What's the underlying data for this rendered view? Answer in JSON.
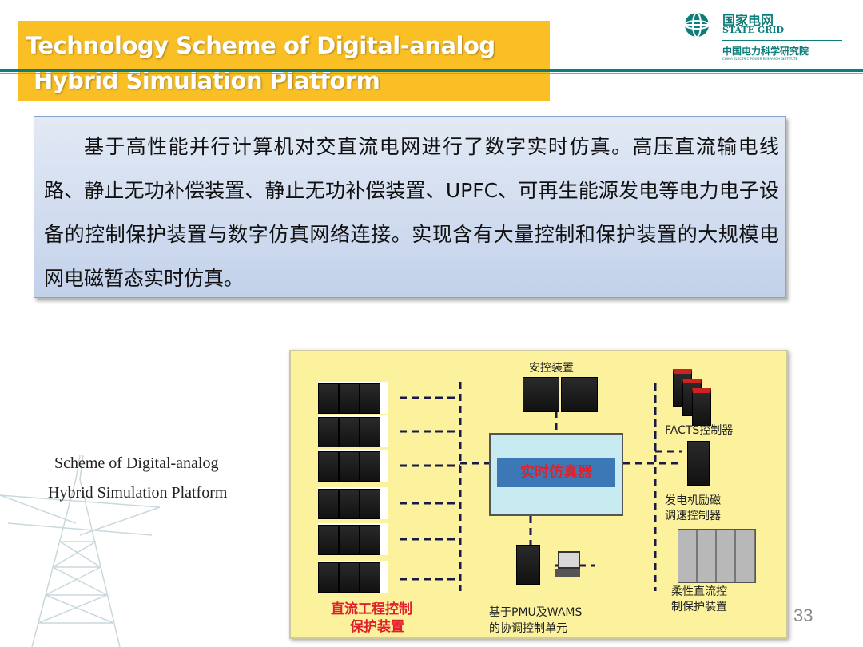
{
  "header": {
    "title_line1": "Technology Scheme of Digital-analog",
    "title_line2": "Hybrid Simulation Platform"
  },
  "logo": {
    "line1": "国家电网",
    "line2": "STATE GRID",
    "line3": "中国电力科学研究院",
    "line4": "CHINA ELECTRIC POWER RESEARCH INSTITUTE",
    "colors": {
      "primary": "#0c7d7a"
    }
  },
  "description": {
    "text": "基于高性能并行计算机对交直流电网进行了数字实时仿真。高压直流输电线路、静止无功补偿装置、静止无功补偿装置、UPFC、可再生能源发电等电力电子设备的控制保护装置与数字仿真网络连接。实现含有大量控制和保护装置的大规模电网电磁暂态实时仿真。"
  },
  "caption": {
    "line1": "Scheme of Digital-analog",
    "line2": "Hybrid Simulation Platform"
  },
  "diagram": {
    "center": "实时仿真器",
    "left_label_line1": "直流工程控制",
    "left_label_line2": "保护装置",
    "top_label": "安控装置",
    "bottom_label_line1": "基于PMU及WAMS",
    "bottom_label_line2": "的协调控制单元",
    "right_labels": {
      "facts": "FACTS控制器",
      "generator_line1": "发电机励磁",
      "generator_line2": "调速控制器",
      "flexible_line1": "柔性直流控",
      "flexible_line2": "制保护装置"
    },
    "colors": {
      "background": "#fcf29d",
      "center_box": "#c8eaf1",
      "center_label": "#3b78b5",
      "red_text": "#e0202a"
    }
  },
  "page": {
    "number": "33"
  },
  "colors": {
    "title_bar": "#f9bf25",
    "desc_bg": "#d3def0"
  }
}
